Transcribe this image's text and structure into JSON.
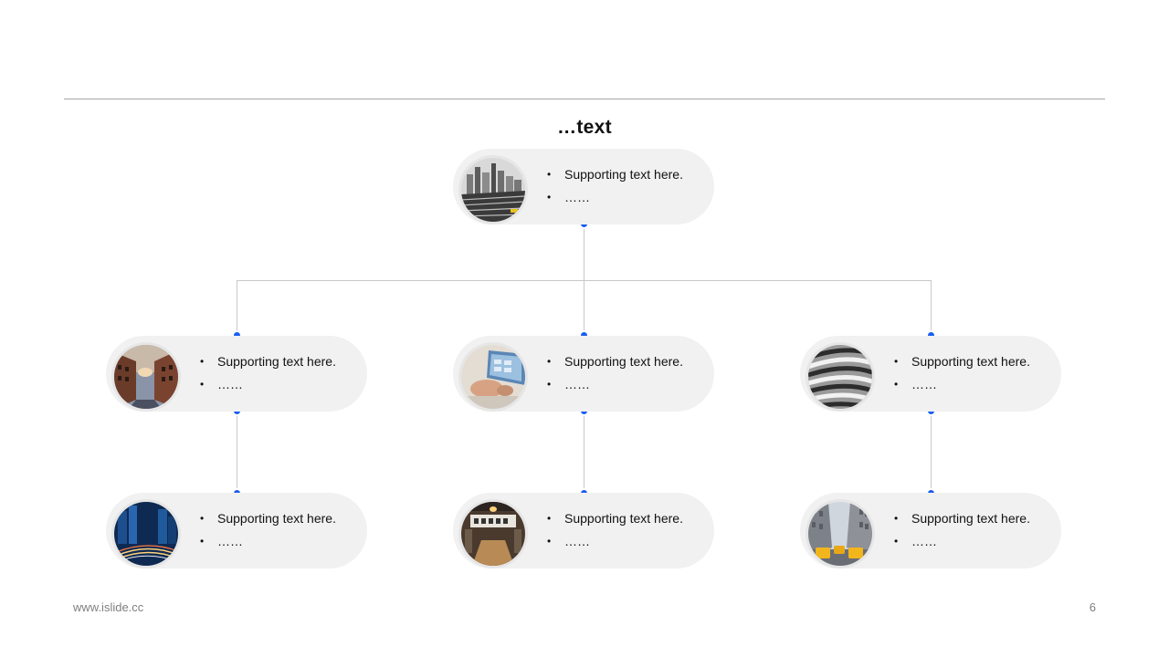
{
  "title": "…text",
  "footer": {
    "site": "www.islide.cc",
    "page_number": "6"
  },
  "accent_color": "#1a5ef2",
  "nodes": {
    "root": {
      "photo": "skyline-bridge-photo",
      "lines": [
        "Supporting  text here.",
        "……"
      ]
    },
    "l1_left": {
      "photo": "canal-buildings-photo",
      "lines": [
        "Supporting  text here.",
        "……"
      ]
    },
    "l1_center": {
      "photo": "tablet-hands-photo",
      "lines": [
        "Supporting  text here.",
        "……"
      ]
    },
    "l1_right": {
      "photo": "curved-building-photo",
      "lines": [
        "Supporting  text here.",
        "……"
      ]
    },
    "l2_left": {
      "photo": "night-city-lights-photo",
      "lines": [
        "Supporting  text here.",
        "……"
      ]
    },
    "l2_center": {
      "photo": "office-interior-photo",
      "lines": [
        "Supporting  text here.",
        "……"
      ]
    },
    "l2_right": {
      "photo": "taxi-street-photo",
      "lines": [
        "Supporting  text here.",
        "……"
      ]
    }
  }
}
